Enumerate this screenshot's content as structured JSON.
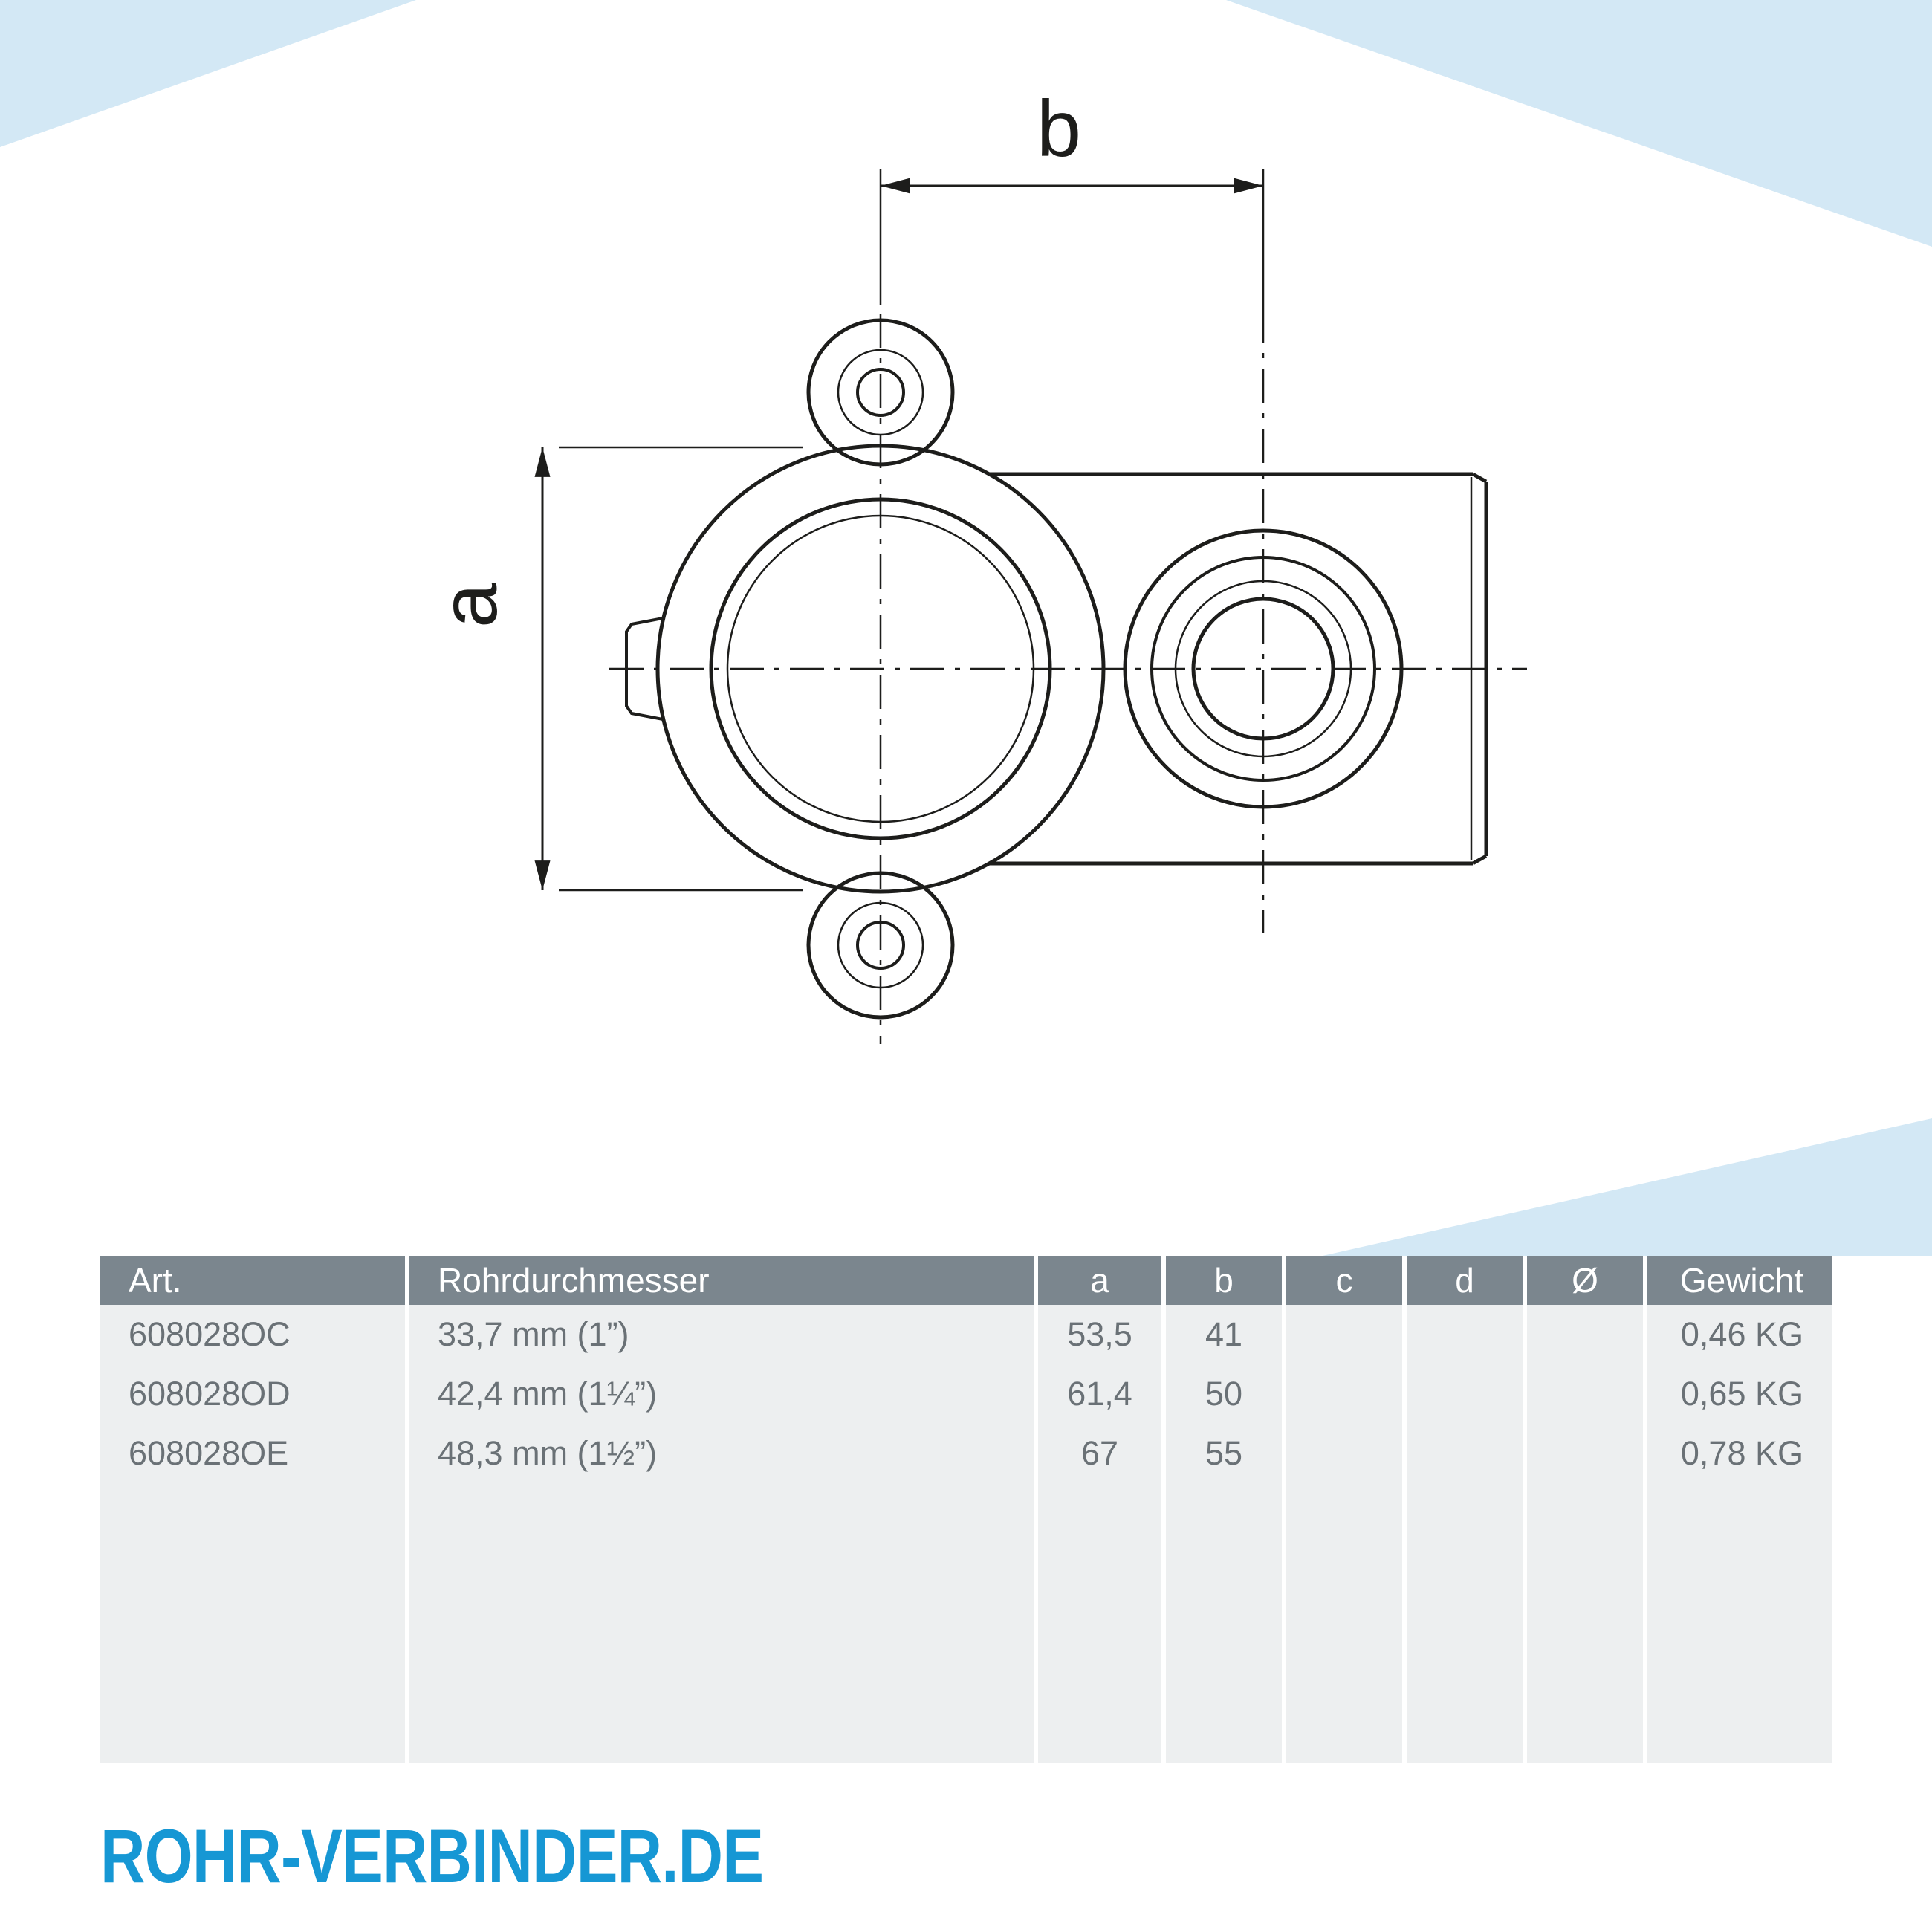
{
  "drawing": {
    "dim_a_label": "a",
    "dim_b_label": "b"
  },
  "table": {
    "headers": [
      "Art.",
      "Rohrdurchmesser",
      "a",
      "b",
      "c",
      "d",
      "Ø",
      "Gewicht"
    ],
    "rows": [
      {
        "art": "608028OC",
        "diameter": "33,7 mm (1”)",
        "a": "53,5",
        "b": "41",
        "c": "",
        "d": "",
        "o": "",
        "weight": "0,46 KG"
      },
      {
        "art": "608028OD",
        "diameter": "42,4 mm (1¼”)",
        "a": "61,4",
        "b": "50",
        "c": "",
        "d": "",
        "o": "",
        "weight": "0,65 KG"
      },
      {
        "art": "608028OE",
        "diameter": "48,3 mm (1½”)",
        "a": "67",
        "b": "55",
        "c": "",
        "d": "",
        "o": "",
        "weight": "0,78 KG"
      }
    ]
  },
  "footer": {
    "logo": "ROHR-VERBINDER.DE"
  },
  "colors": {
    "accent_blue": "#1697d4",
    "decor_blue": "#d3e8f5",
    "table_header_gray": "#7b868e",
    "table_body_gray": "#edeff0",
    "table_text_gray": "#6a7176",
    "drawing_line": "#1d1d1b"
  }
}
